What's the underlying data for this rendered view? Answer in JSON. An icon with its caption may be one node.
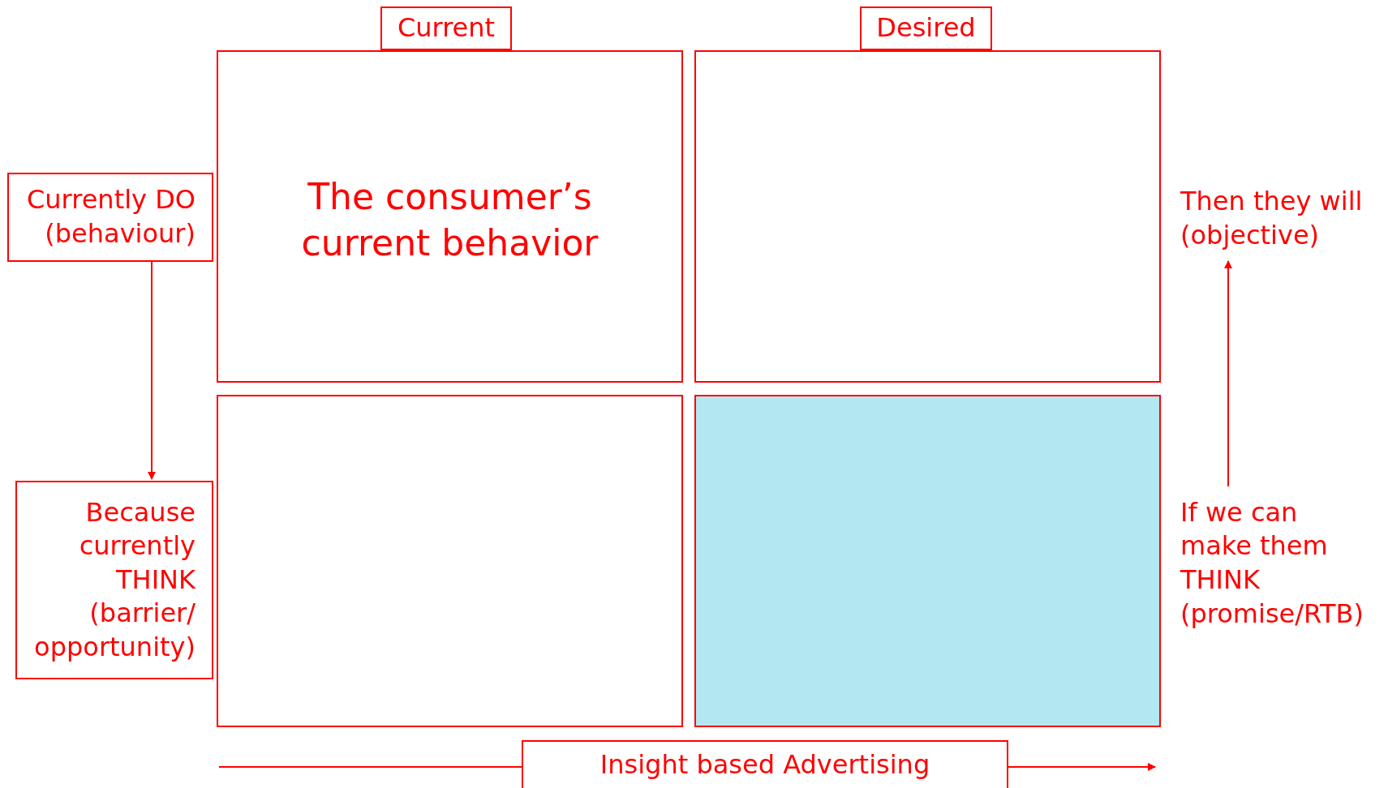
{
  "diagram": {
    "nodes": [
      {
        "text": [
          "Current"
        ]
      },
      {
        "text": [
          "Desired"
        ]
      },
      {
        "text": [
          "Currently DO (behaviour)"
        ]
      },
      {
        "text": [
          "The consumer’s current behavior"
        ]
      },
      {
        "text": [],
        "shape": "box"
      },
      {
        "text": [],
        "shape": "box"
      },
      {
        "text": [],
        "shape": "box"
      },
      {
        "text": [
          "Because currently THINK (barrier/ opportunity)"
        ]
      },
      {
        "text": [
          "Then they will (objective)"
        ]
      },
      {
        "text": [
          "If we can make them THINK (promise/RTB)"
        ]
      },
      {
        "text": [
          "Insight based Advertising"
        ]
      }
    ],
    "edges": [
      {
        "from": 2,
        "to": 7,
        "arrow": "to"
      },
      {
        "from": 9,
        "to": 8,
        "arrow": "to"
      }
    ]
  }
}
